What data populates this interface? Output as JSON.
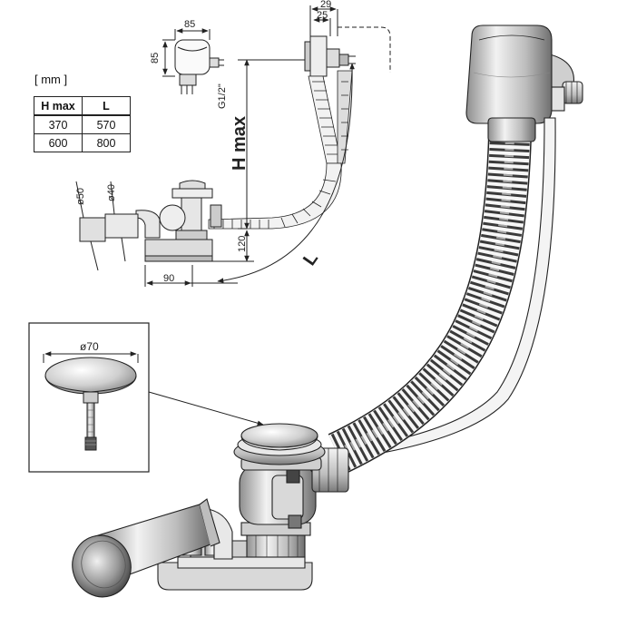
{
  "units_label": "[ mm ]",
  "spec_table": {
    "headers": [
      "H max",
      "L"
    ],
    "rows": [
      [
        "370",
        "570"
      ],
      [
        "600",
        "800"
      ]
    ]
  },
  "dimensions": {
    "d85_top": "85",
    "d85_side": "85",
    "d29": "29",
    "d25": "25",
    "thread": "G1/2\"",
    "h_max": "H max",
    "d50": "ø50",
    "d40": "ø40",
    "d120": "120",
    "d90": "90",
    "length": "L",
    "cap_diameter": "ø70"
  },
  "colors": {
    "line": "#222222",
    "metal_light": "#e4e4e4",
    "metal_mid": "#a8a8a8",
    "metal_dark": "#5a5a5a",
    "hose_dark": "#3a3a3a"
  }
}
